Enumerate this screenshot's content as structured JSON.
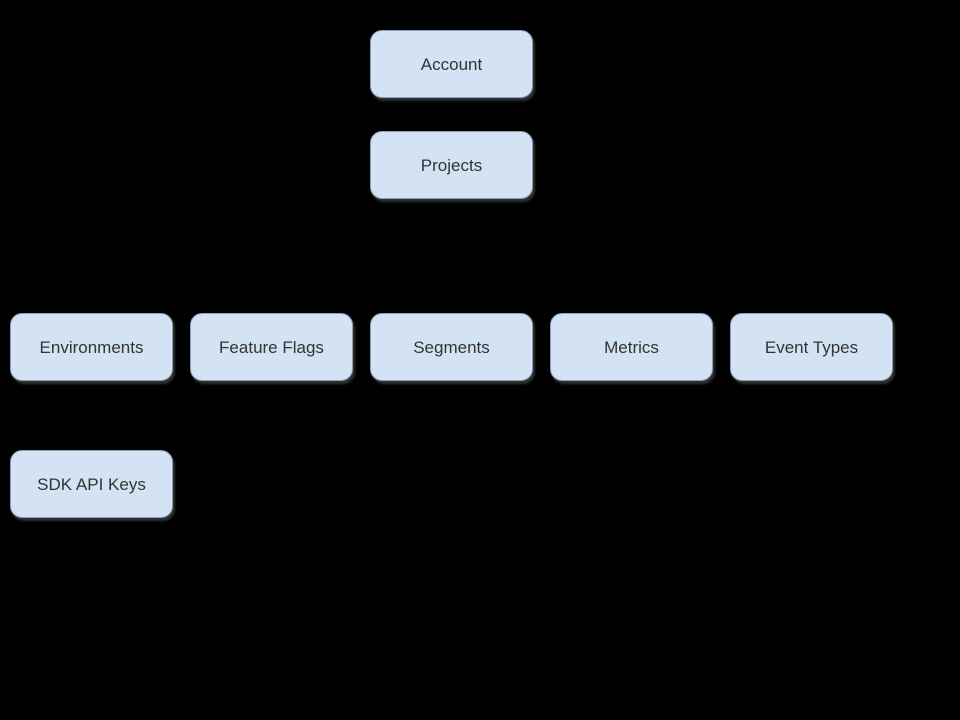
{
  "diagram": {
    "canvas_background": "#000000",
    "node_fill": "#d3e3f3",
    "node_border": "#8aa0b8",
    "node_text_color": "#333333",
    "nodes": [
      {
        "id": "account",
        "label": "Account"
      },
      {
        "id": "projects",
        "label": "Projects"
      },
      {
        "id": "environments",
        "label": "Environments"
      },
      {
        "id": "feature-flags",
        "label": "Feature Flags"
      },
      {
        "id": "segments",
        "label": "Segments"
      },
      {
        "id": "metrics",
        "label": "Metrics"
      },
      {
        "id": "event-types",
        "label": "Event Types"
      },
      {
        "id": "sdk-api-keys",
        "label": "SDK API Keys"
      }
    ]
  }
}
